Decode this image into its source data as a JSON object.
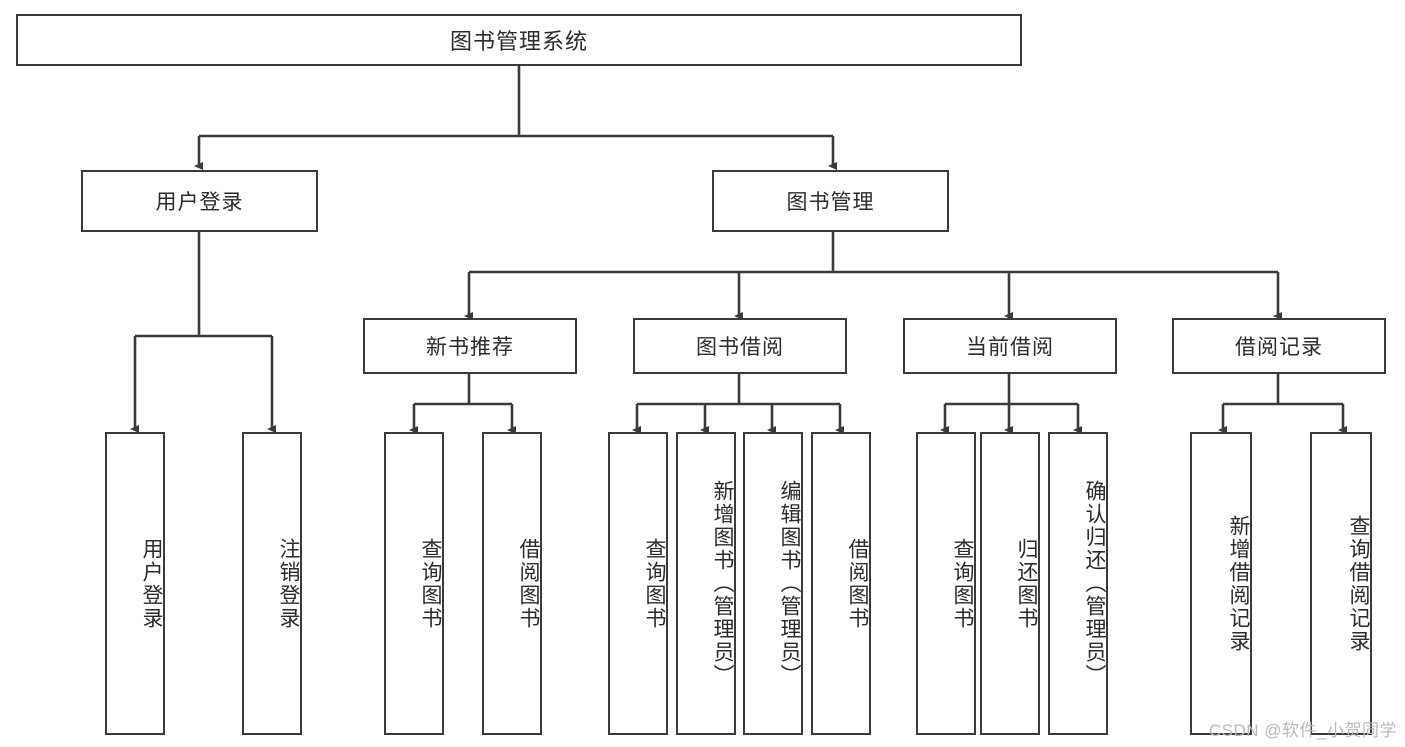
{
  "diagram": {
    "type": "tree",
    "title": "图书管理系统",
    "root": {
      "label": "图书管理系统"
    },
    "level2": [
      {
        "label": "用户登录"
      },
      {
        "label": "图书管理"
      }
    ],
    "level3": [
      {
        "label": "新书推荐"
      },
      {
        "label": "图书借阅"
      },
      {
        "label": "当前借阅"
      },
      {
        "label": "借阅记录"
      }
    ],
    "leaves": {
      "user_login": [
        {
          "label": "用户登录"
        },
        {
          "label": "注销登录"
        }
      ],
      "new_book_recommend": [
        {
          "label": "查询图书"
        },
        {
          "label": "借阅图书"
        }
      ],
      "book_borrow": [
        {
          "label": "查询图书"
        },
        {
          "label": "新增图书（管理员）"
        },
        {
          "label": "编辑图书（管理员）"
        },
        {
          "label": "借阅图书"
        }
      ],
      "current_borrow": [
        {
          "label": "查询图书"
        },
        {
          "label": "归还图书"
        },
        {
          "label": "确认归还（管理员）"
        }
      ],
      "borrow_record": [
        {
          "label": "新增借阅记录"
        },
        {
          "label": "查询借阅记录"
        }
      ]
    },
    "colors": {
      "stroke": "#3a3a3a",
      "fill": "#ffffff",
      "text": "#2b2b2b",
      "watermark": "#b9b9b9"
    }
  },
  "watermark": {
    "text": "CSDN @软件_小贺同学"
  }
}
